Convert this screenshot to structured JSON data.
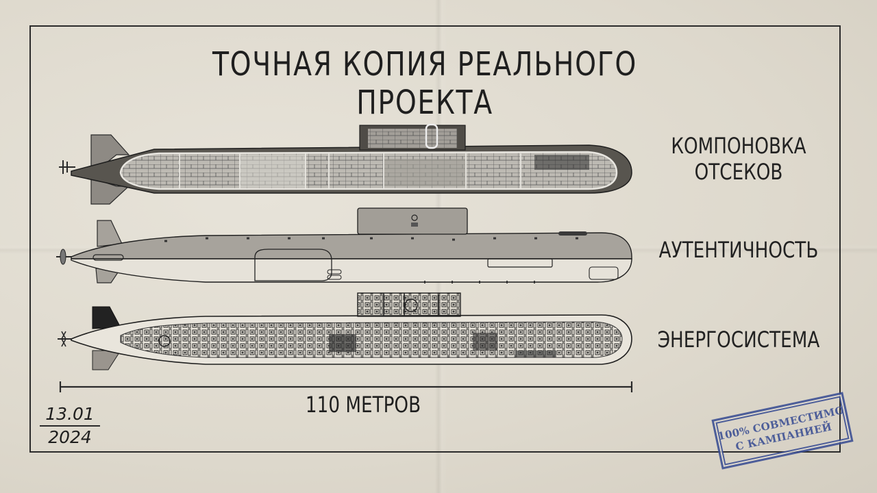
{
  "title": "ТОЧНАЯ КОПИЯ РЕАЛЬНОГО ПРОЕКТА",
  "features": [
    {
      "line1": "КОМПОНОВКА",
      "line2": "ОТСЕКОВ",
      "view": "compartment-cutaway"
    },
    {
      "line1": "АУТЕНТИЧНОСТЬ",
      "line2": "",
      "view": "exterior-profile"
    },
    {
      "line1": "ЭНЕРГОСИСТЕМА",
      "line2": "",
      "view": "systems-schematic"
    }
  ],
  "dimension": {
    "label": "110 МЕТРОВ"
  },
  "date": {
    "day_month": "13.01",
    "year": "2024"
  },
  "stamp": {
    "line1": "100% СОВМЕСТИМО",
    "line2": "С КАМПАНИЕЙ"
  },
  "colors": {
    "paper": "#e2ddd2",
    "ink": "#1e1e1e",
    "stamp": "#3a4e93"
  }
}
